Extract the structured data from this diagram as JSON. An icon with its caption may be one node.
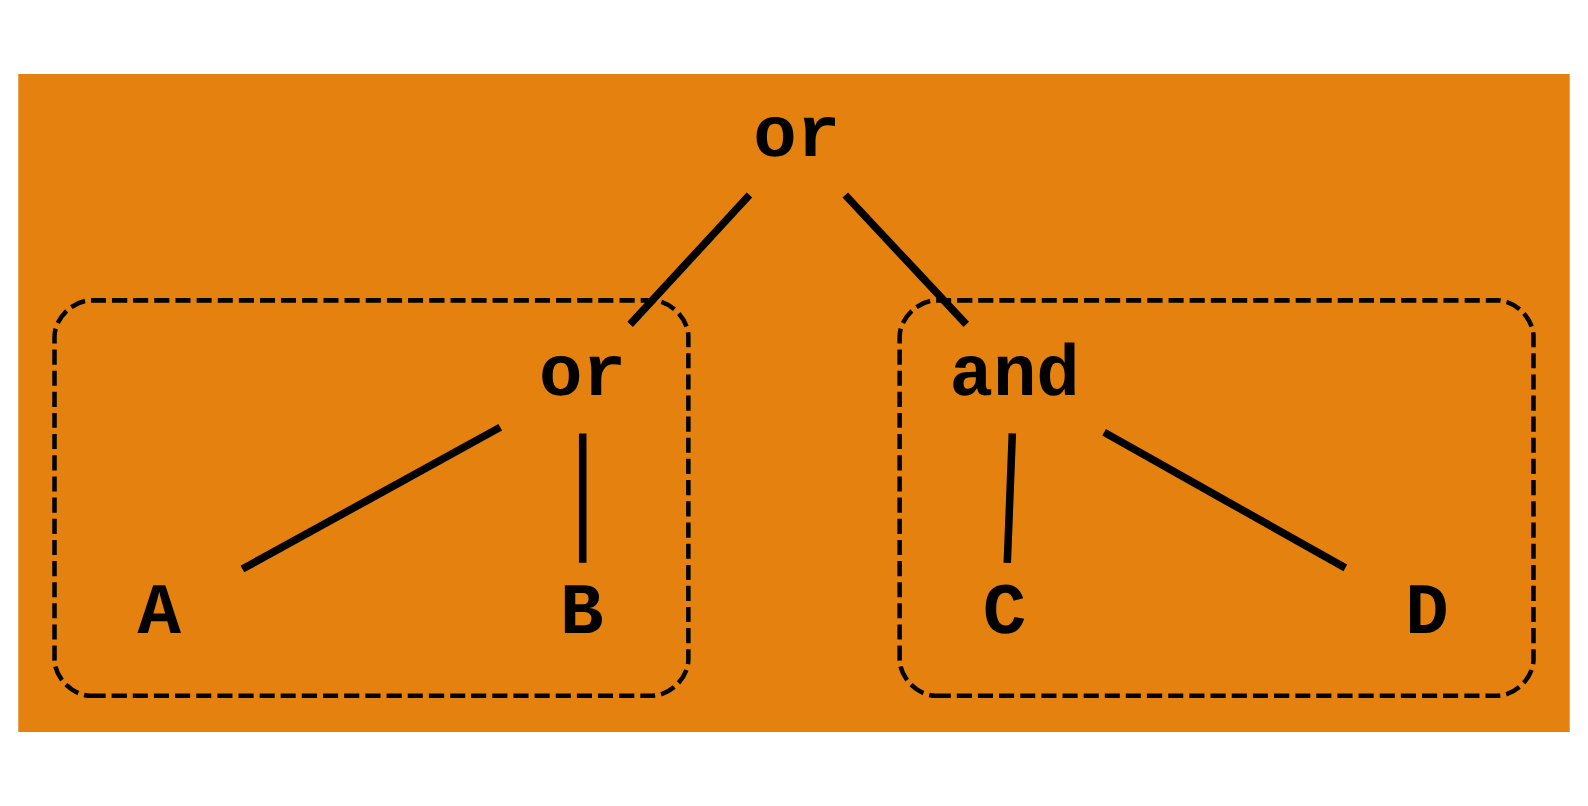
{
  "diagram": {
    "nodes": [
      {
        "text": [
          "or"
        ]
      },
      {
        "text": [],
        "shape": "ellipse"
      },
      {
        "text": [
          "or"
        ],
        "in": 1
      },
      {
        "text": [
          "A"
        ],
        "in": 1
      },
      {
        "text": [
          "B"
        ],
        "in": 1
      },
      {
        "text": [],
        "shape": "ellipse"
      },
      {
        "text": [
          "and"
        ],
        "in": 5
      },
      {
        "text": [
          "C"
        ],
        "in": 5
      },
      {
        "text": [
          "D"
        ],
        "in": 5
      }
    ],
    "edges": [
      {
        "from": 0,
        "to": 2,
        "arrow": "none"
      },
      {
        "from": 0,
        "to": 6,
        "arrow": "none"
      },
      {
        "from": 2,
        "to": 3,
        "arrow": "none"
      },
      {
        "from": 2,
        "to": 4,
        "arrow": "none"
      },
      {
        "from": 6,
        "to": 7,
        "arrow": "none"
      },
      {
        "from": 6,
        "to": 8,
        "arrow": "none"
      }
    ]
  }
}
